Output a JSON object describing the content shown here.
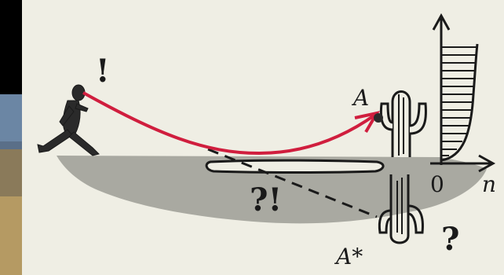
{
  "labels": {
    "exclamation": "!",
    "point_a": "A",
    "point_a_star": "A*",
    "question_sand": "?!",
    "question_mirage": "?",
    "origin": "0",
    "axis_n": "n"
  },
  "colors": {
    "background": "#000000",
    "paper": "#efeee4",
    "shadow": "#a7a79f",
    "light_ray": "#d01e3e",
    "ink": "#1a1a1a"
  }
}
